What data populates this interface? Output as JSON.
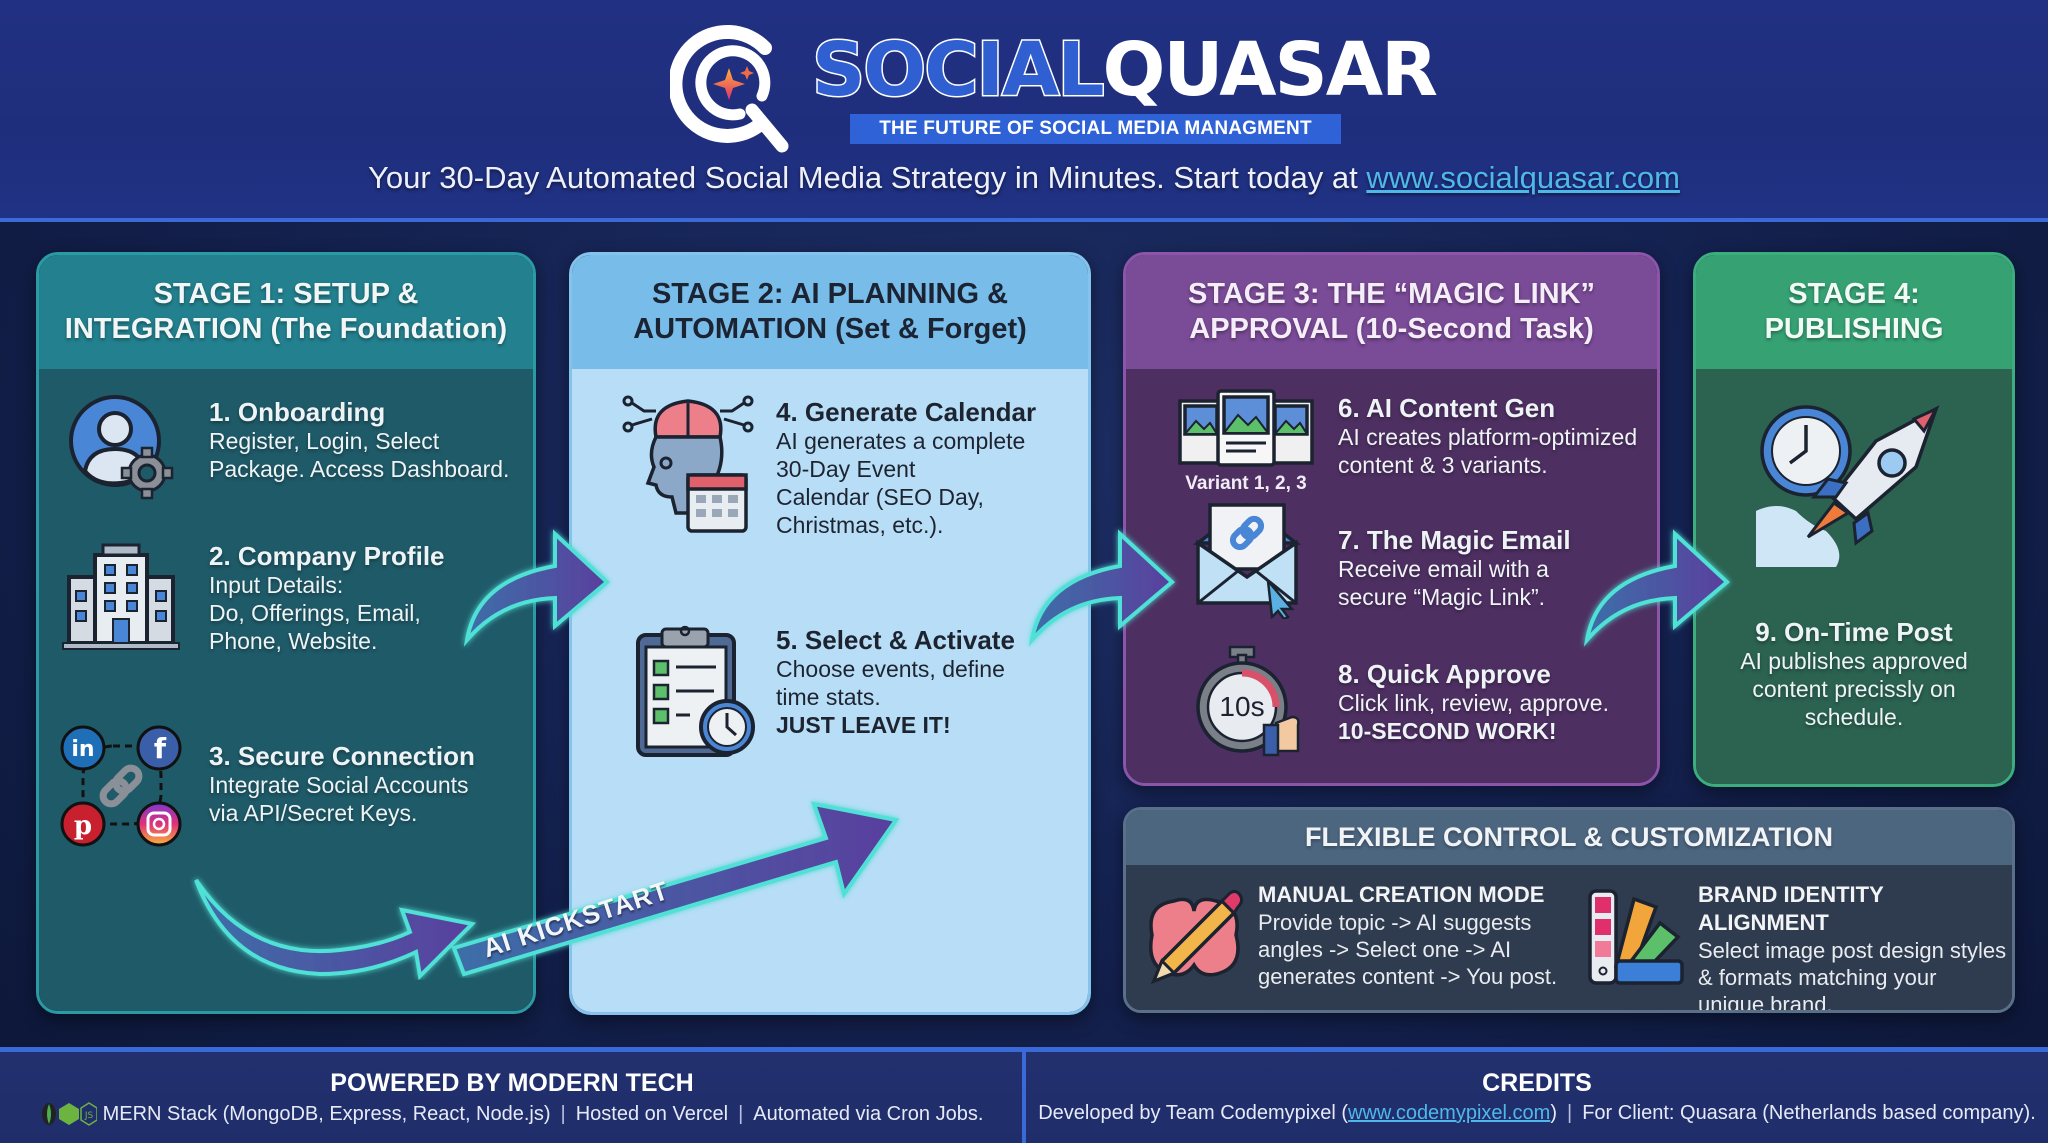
{
  "header": {
    "brand_part1": "SOCIAL",
    "brand_part2": "QUASAR",
    "tagline": "THE FUTURE OF SOCIAL MEDIA  MANAGMENT",
    "subtitle": "Your 30-Day Automated Social Media Strategy in Minutes. Start today at ",
    "subtitle_link": "www.socialquasar.com"
  },
  "stages": [
    {
      "title": "STAGE 1: SETUP & INTEGRATION (The Foundation)",
      "color": "#23808e",
      "items": [
        {
          "icon": "user-gear-icon",
          "title": "1. Onboarding",
          "desc": "Register, Login, Select\nPackage. Access Dashboard."
        },
        {
          "icon": "office-building-icon",
          "title": "2. Company Profile",
          "desc": "Input Details:\nDo, Offerings, Email,\nPhone, Website."
        },
        {
          "icon": "social-link-icon",
          "title": "3. Secure Connection",
          "desc": "Integrate Social Accounts\nvia API/Secret Keys."
        }
      ]
    },
    {
      "title": "STAGE 2: AI PLANNING & AUTOMATION (Set & Forget)",
      "color": "#78bcea",
      "items": [
        {
          "icon": "ai-brain-calendar-icon",
          "title": "4. Generate Calendar",
          "desc": "AI generates a complete\n30-Day Event\nCalendar (SEO Day,\nChristmas, etc.)."
        },
        {
          "icon": "checklist-clock-icon",
          "title": "5. Select & Activate",
          "desc": "Choose events, define\ntime stats.",
          "emphasis": "JUST LEAVE IT!"
        }
      ]
    },
    {
      "title": "STAGE 3: THE “MAGIC LINK” APPROVAL (10-Second Task)",
      "color": "#7a4b97",
      "items": [
        {
          "icon": "image-variants-icon",
          "icon_caption": "Variant 1, 2, 3",
          "title": "6. AI Content Gen",
          "desc": "AI creates platform-optimized\ncontent & 3 variants."
        },
        {
          "icon": "magic-email-icon",
          "title": "7. The Magic Email",
          "desc": "Receive email with a\nsecure “Magic Link”."
        },
        {
          "icon": "stopwatch-thumbsup-icon",
          "icon_caption": "10s",
          "title": "8. Quick Approve",
          "desc": "Click link, review, approve.",
          "emphasis": "10-SECOND WORK!"
        }
      ]
    },
    {
      "title": "STAGE 4: PUBLISHING",
      "color": "#36a274",
      "items": [
        {
          "icon": "rocket-clock-icon",
          "title": "9. On-Time Post",
          "desc": "AI publishes approved\ncontent precissly on\nschedule."
        }
      ]
    }
  ],
  "kickstart_label": "AI KICKSTART",
  "flexible": {
    "title": "FLEXIBLE CONTROL & CUSTOMIZATION",
    "items": [
      {
        "icon": "brain-pencil-icon",
        "title": "MANUAL CREATION MODE",
        "desc": "Provide topic -> AI suggests\nangles -> Select one -> AI\ngenerates content -> You post."
      },
      {
        "icon": "color-swatch-icon",
        "title": "BRAND IDENTITY ALIGNMENT",
        "desc": "Select image post design styles\n& formats matching your\nunique brand."
      }
    ]
  },
  "footer": {
    "tech": {
      "title": "POWERED BY MODERN TECH",
      "stack": "MERN Stack (MongoDB, Express, React, Node.js)",
      "hosting": "Hosted on Vercel",
      "automation": "Automated via Cron Jobs."
    },
    "credits": {
      "title": "CREDITS",
      "prefix": "Developed by Team Codemypixel (",
      "link": "www.codemypixel.com",
      "suffix": ")",
      "client": "For Client: Quasara (Netherlands based company)."
    }
  },
  "colors": {
    "background": "#152353",
    "header": "#1f2e7c",
    "accent_line": "#3a6ad8",
    "link": "#4fb8ea",
    "arrow_glow": "#4fe0d6",
    "arrow_fill": "#4a4a9e"
  }
}
